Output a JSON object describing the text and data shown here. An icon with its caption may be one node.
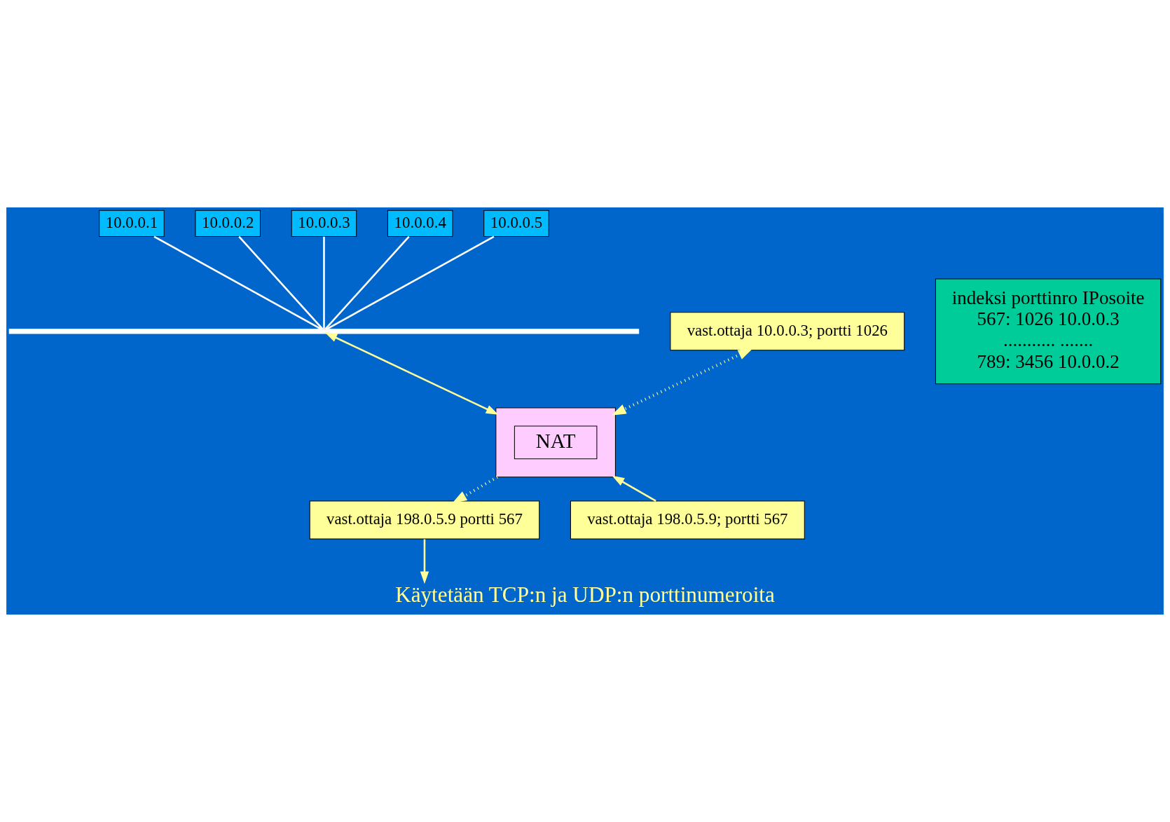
{
  "diagram": {
    "caption": "Käytetään TCP:n ja UDP:n porttinumeroita",
    "nodes": [
      {
        "text": [
          "10.0.0.1"
        ]
      },
      {
        "text": [
          "10.0.0.2"
        ]
      },
      {
        "text": [
          "10.0.0.3"
        ]
      },
      {
        "text": [
          "10.0.0.4"
        ]
      },
      {
        "text": [
          "10.0.0.5"
        ]
      },
      {
        "text": [],
        "shape": "bar"
      },
      {
        "text": [
          "vast.ottaja 10.0.0.3; portti 1026"
        ]
      },
      {
        "text": [],
        "shape": "box"
      },
      {
        "text": [
          "NAT"
        ],
        "in": 7
      },
      {
        "text": [
          "indeksi porttinro IPosoite",
          "567: 1026 10.0.0.3",
          "........... .......",
          "789: 3456 10.0.0.2"
        ]
      },
      {
        "text": [
          "vast.ottaja 198.0.5.9 portti 567"
        ]
      },
      {
        "text": [
          "vast.ottaja 198.0.5.9; portti 567"
        ]
      }
    ],
    "edges": [
      {
        "from": 0,
        "to": 5,
        "arrow": "none",
        "color": "#ffffff"
      },
      {
        "from": 1,
        "to": 5,
        "arrow": "none",
        "color": "#ffffff"
      },
      {
        "from": 2,
        "to": 5,
        "arrow": "none",
        "color": "#ffffff"
      },
      {
        "from": 3,
        "to": 5,
        "arrow": "none",
        "color": "#ffffff"
      },
      {
        "from": 4,
        "to": 5,
        "arrow": "none",
        "color": "#ffffff"
      },
      {
        "from": 5,
        "to": 7,
        "arrow": "both",
        "color": "#ffff99"
      },
      {
        "from": 6,
        "to": 7,
        "arrow": "both",
        "style": "dashed",
        "color": "#ffff99"
      },
      {
        "from": 7,
        "to": 10,
        "arrow": "to",
        "style": "dashed",
        "color": "#ffff99"
      },
      {
        "from": 11,
        "to": 7,
        "arrow": "to",
        "color": "#ffff99"
      },
      {
        "from": 10,
        "to": null,
        "arrow": "to",
        "color": "#ffff99"
      }
    ]
  }
}
